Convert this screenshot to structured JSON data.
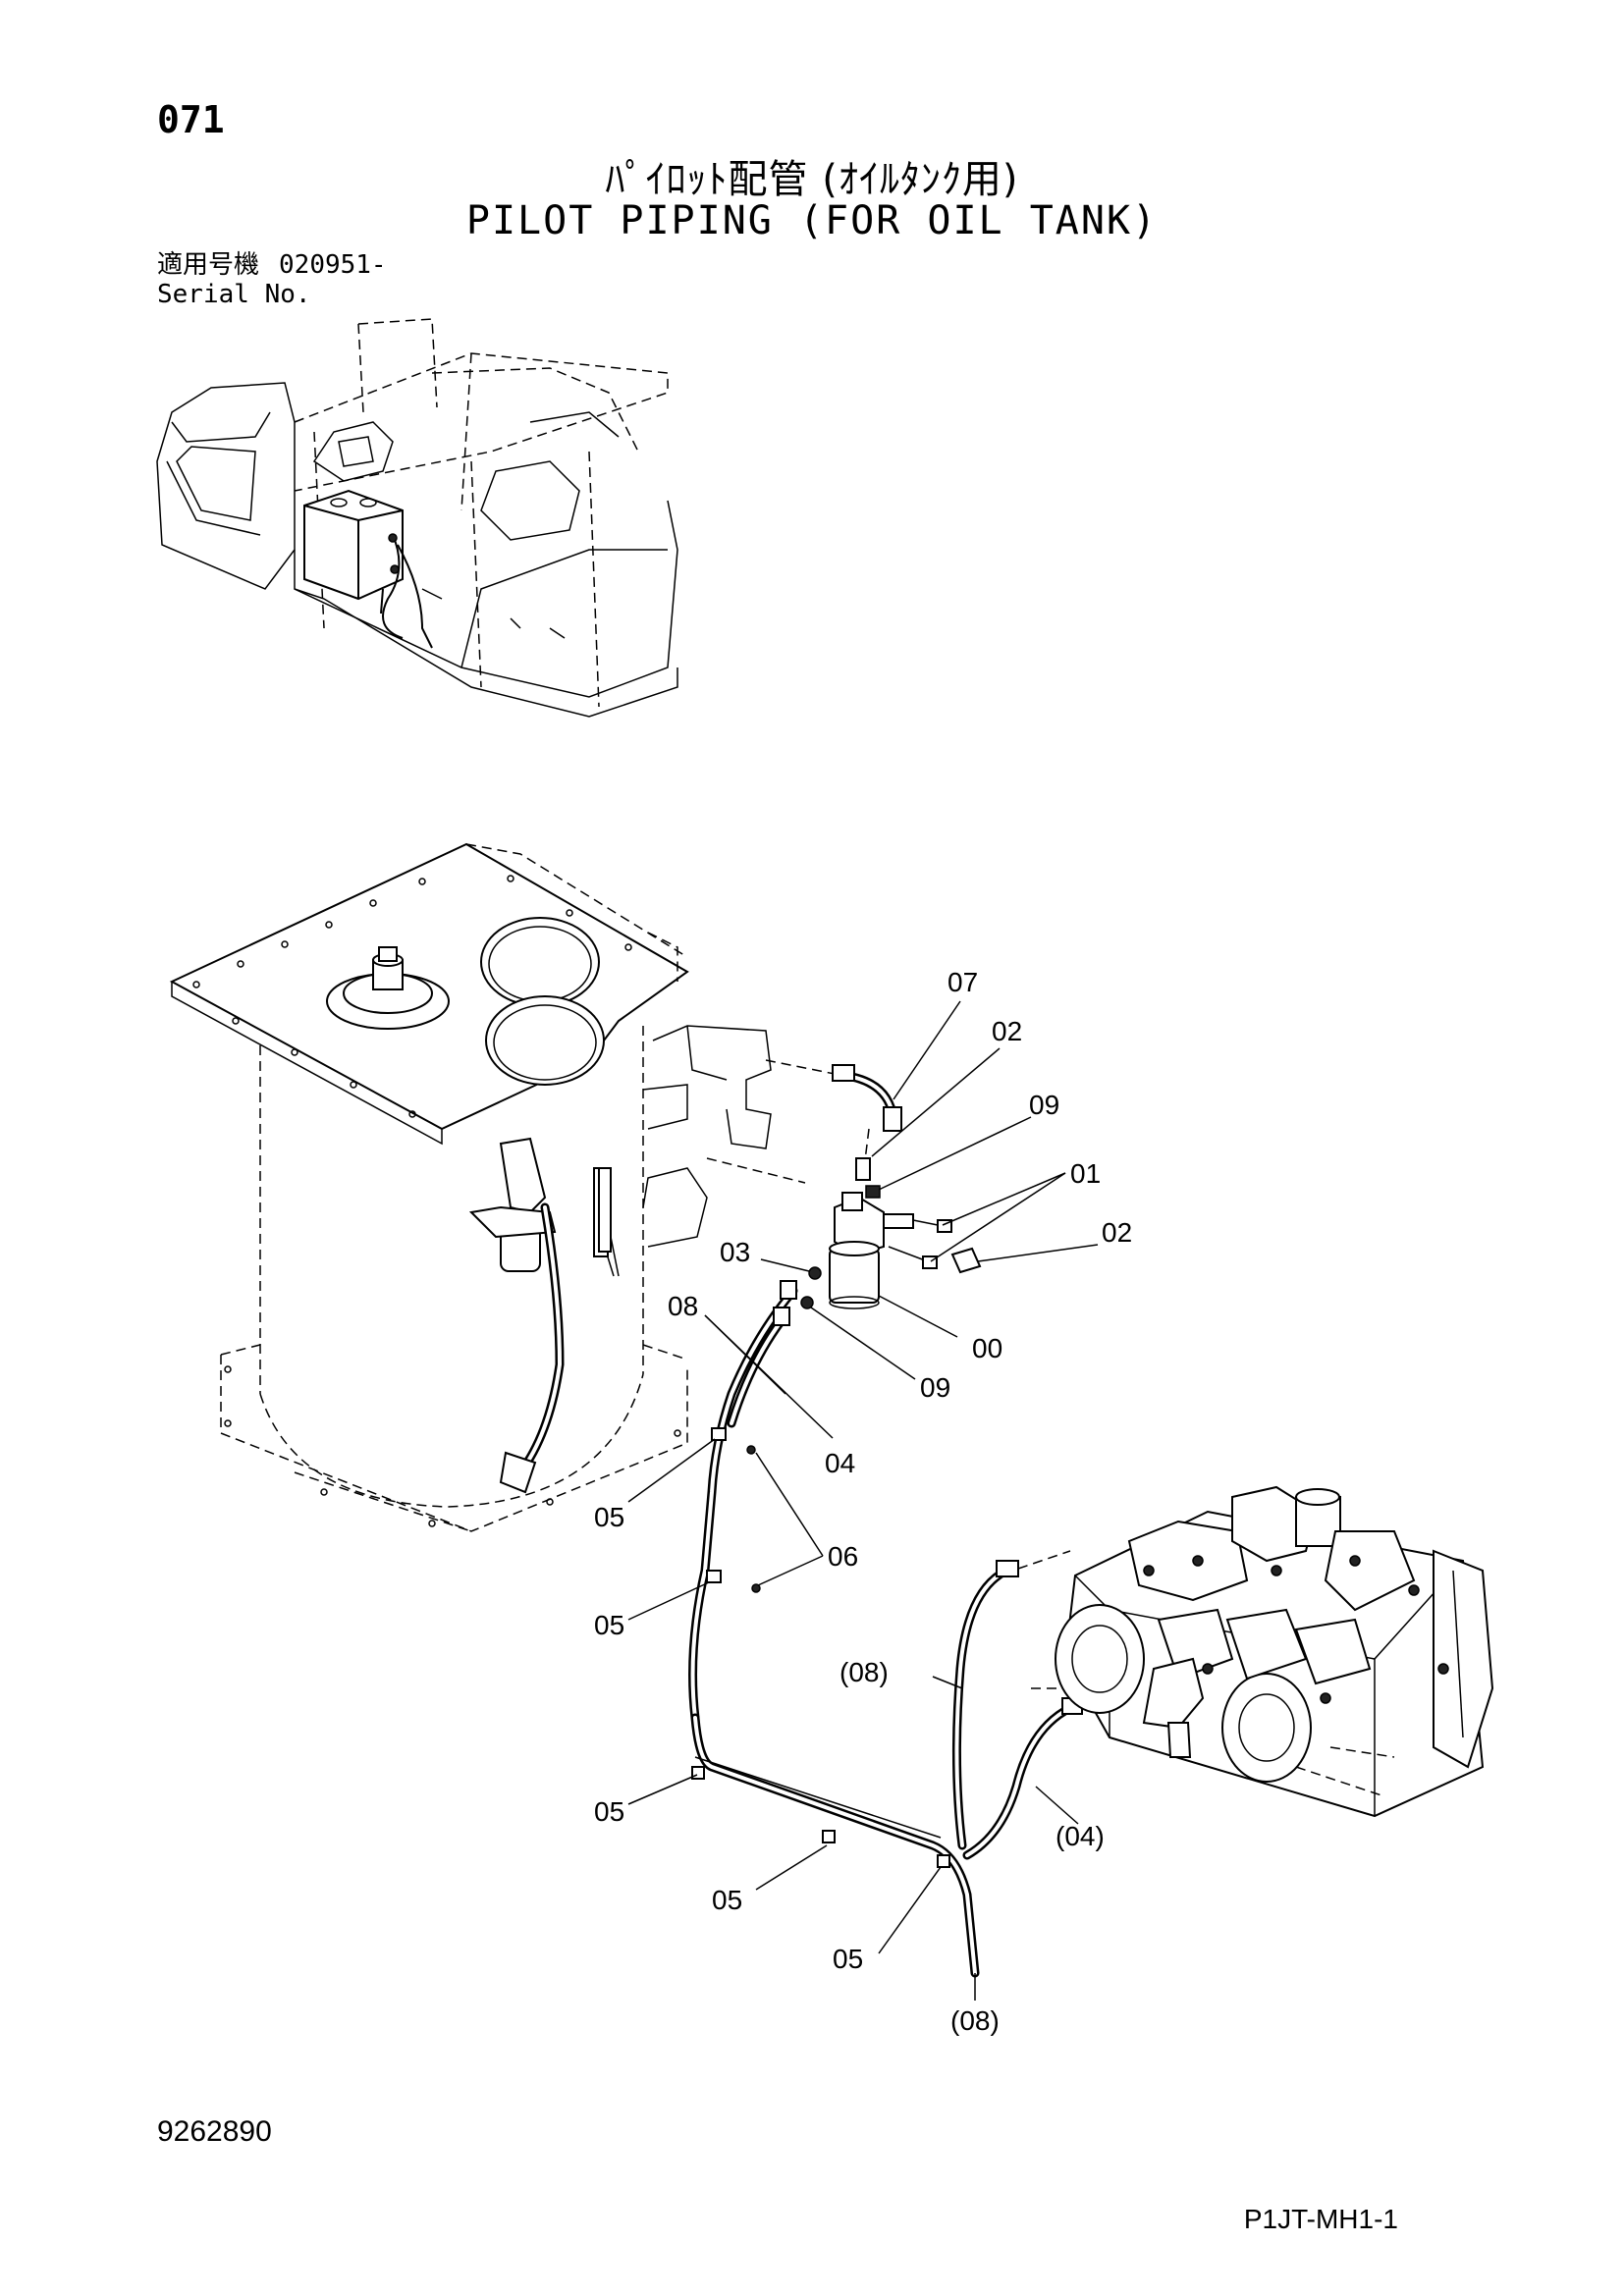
{
  "header": {
    "page_number": "071",
    "title_jp": "ﾊﾟｲﾛｯﾄ配管 (ｵｲﾙﾀﾝｸ用)",
    "title_en": "PILOT PIPING (FOR OIL TANK)"
  },
  "serial": {
    "label_jp": "適用号機",
    "value": "020951-",
    "label_en": "Serial No."
  },
  "callouts": {
    "c07": "07",
    "c02a": "02",
    "c09a": "09",
    "c01": "01",
    "c02b": "02",
    "c03": "03",
    "c00": "00",
    "c08": "08",
    "c09b": "09",
    "c04": "04",
    "c05a": "05",
    "c06": "06",
    "c05b": "05",
    "c08p": "(08)",
    "c04p": "(04)",
    "c05c": "05",
    "c05d": "05",
    "c05e": "05",
    "c08p2": "(08)"
  },
  "footer": {
    "doc_number": "9262890",
    "sheet_code": "P1JT-MH1-1"
  }
}
